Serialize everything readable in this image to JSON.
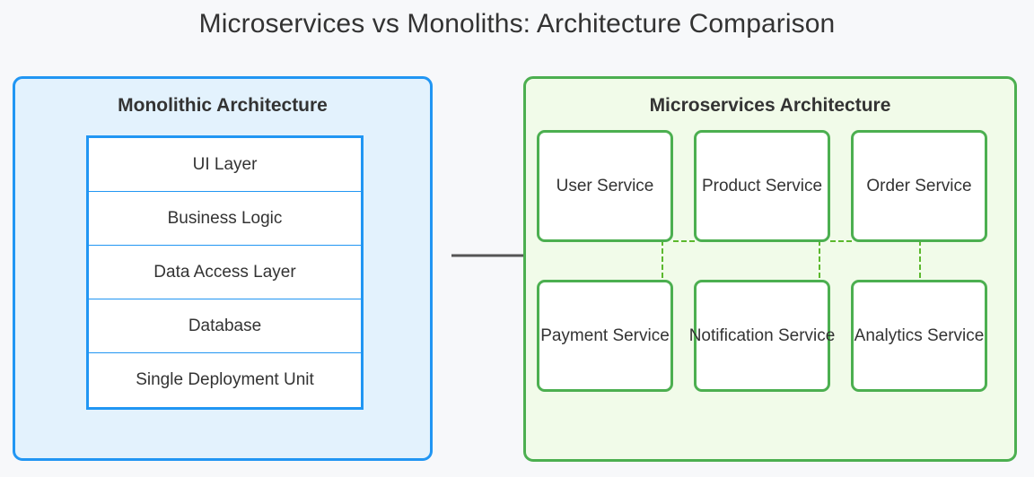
{
  "title": "Microservices vs Monoliths: Architecture Comparison",
  "colors": {
    "background": "#f7f8fa",
    "monolith_fill": "#e3f2fd",
    "monolith_border": "#2196f3",
    "microservices_fill": "#f1fbe9",
    "microservices_border": "#4caf50",
    "connector": "#5cb82e",
    "arrow": "#555555",
    "text": "#333333"
  },
  "monolith": {
    "title": "Monolithic Architecture",
    "layers": [
      {
        "label": "UI Layer"
      },
      {
        "label": "Business Logic"
      },
      {
        "label": "Data Access Layer"
      },
      {
        "label": "Database"
      },
      {
        "label": "Single Deployment Unit"
      }
    ]
  },
  "microservices": {
    "title": "Microservices Architecture",
    "services": [
      {
        "label": "User Service"
      },
      {
        "label": "Product Service"
      },
      {
        "label": "Order Service"
      },
      {
        "label": "Payment Service"
      },
      {
        "label": "Notification Service"
      },
      {
        "label": "Analytics Service"
      }
    ]
  },
  "arrow": {
    "label": "migration-arrow"
  }
}
